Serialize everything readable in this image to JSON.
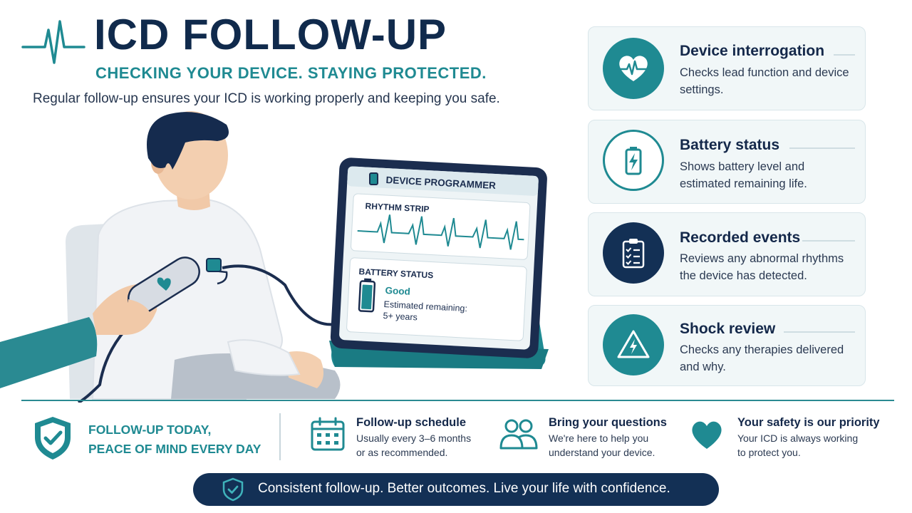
{
  "header": {
    "title": "ICD FOLLOW-UP",
    "subtitle": "CHECKING YOUR DEVICE. STAYING PROTECTED.",
    "intro": "Regular follow-up ensures your ICD is working properly and keeping you safe."
  },
  "programmer": {
    "title": "DEVICE PROGRAMMER",
    "rhythm_label": "RHYTHM STRIP",
    "battery_label": "BATTERY STATUS",
    "battery_state": "Good",
    "battery_remaining_line1": "Estimated remaining:",
    "battery_remaining_line2": "5+ years"
  },
  "cards": [
    {
      "title": "Device interrogation",
      "desc": "Checks lead function and device settings.",
      "icon": "heart-pulse-icon"
    },
    {
      "title": "Battery status",
      "desc": "Shows battery level and estimated remaining life.",
      "icon": "battery-bolt-icon"
    },
    {
      "title": "Recorded events",
      "desc": "Reviews any abnormal rhythms the device has detected.",
      "icon": "clipboard-checklist-icon"
    },
    {
      "title": "Shock review",
      "desc": "Checks any therapies delivered and why.",
      "icon": "warning-bolt-icon"
    }
  ],
  "bottom": {
    "tagline_line1": "FOLLOW-UP TODAY,",
    "tagline_line2": "PEACE OF MIND EVERY DAY",
    "items": [
      {
        "title": "Follow-up schedule",
        "desc": "Usually every 3–6 months or as recommended.",
        "icon": "calendar-icon"
      },
      {
        "title": "Bring your questions",
        "desc": "We're here to help you understand your device.",
        "icon": "people-icon"
      },
      {
        "title": "Your safety is our priority",
        "desc": "Your ICD is always working to protect you.",
        "icon": "heart-icon"
      }
    ]
  },
  "banner": {
    "text": "Consistent follow-up. Better outcomes. Live your life with confidence."
  },
  "colors": {
    "navy": "#133055",
    "teal": "#1f8a92",
    "card_bg": "#f1f7f8"
  }
}
